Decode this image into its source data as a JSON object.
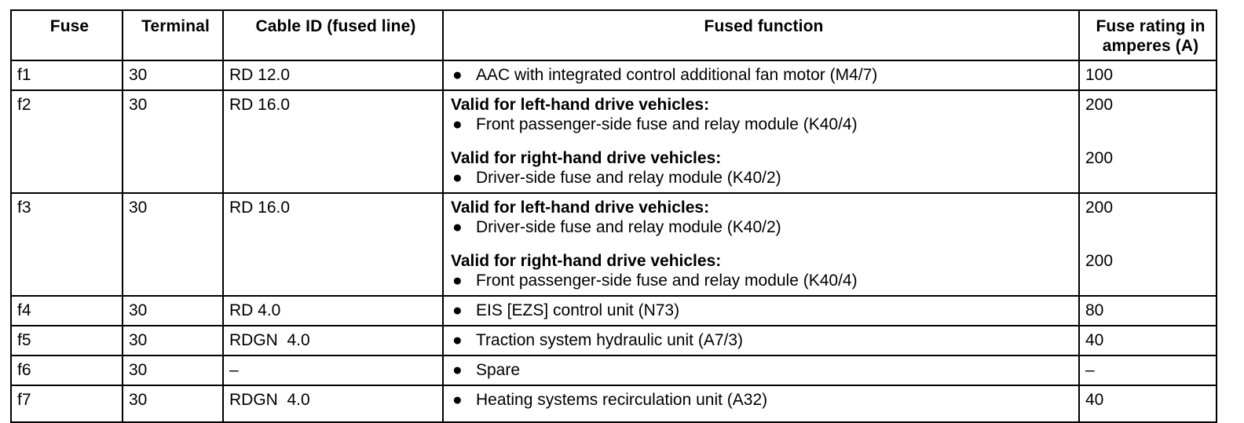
{
  "table": {
    "columns": [
      {
        "key": "fuse",
        "label": "Fuse"
      },
      {
        "key": "terminal",
        "label": "Terminal"
      },
      {
        "key": "cable",
        "label": "Cable ID (fused line)"
      },
      {
        "key": "function",
        "label": "Fused function"
      },
      {
        "key": "rating",
        "label": "Fuse rating in\namperes (A)"
      }
    ],
    "bullet_glyph": "●",
    "rows": [
      {
        "fuse": "f1",
        "terminal": "30",
        "cable": "RD 12.0",
        "groups": [
          {
            "heading": null,
            "items": [
              "AAC with integrated control additional fan motor (M4/7)"
            ],
            "rating": "100"
          }
        ]
      },
      {
        "fuse": "f2",
        "terminal": "30",
        "cable": "RD 16.0",
        "groups": [
          {
            "heading": "Valid for left-hand drive vehicles:",
            "items": [
              "Front passenger-side fuse and relay module (K40/4)"
            ],
            "rating": "200"
          },
          {
            "heading": "Valid for right-hand drive vehicles:",
            "items": [
              "Driver-side fuse and relay module (K40/2)"
            ],
            "rating": "200"
          }
        ]
      },
      {
        "fuse": "f3",
        "terminal": "30",
        "cable": "RD 16.0",
        "groups": [
          {
            "heading": "Valid for left-hand drive vehicles:",
            "items": [
              "Driver-side fuse and relay module (K40/2)"
            ],
            "rating": "200"
          },
          {
            "heading": "Valid for right-hand drive vehicles:",
            "items": [
              "Front passenger-side fuse and relay module (K40/4)"
            ],
            "rating": "200"
          }
        ]
      },
      {
        "fuse": "f4",
        "terminal": "30",
        "cable": "RD 4.0",
        "groups": [
          {
            "heading": null,
            "items": [
              "EIS [EZS] control unit (N73)"
            ],
            "rating": "80"
          }
        ]
      },
      {
        "fuse": "f5",
        "terminal": "30",
        "cable": "RDGN  4.0",
        "groups": [
          {
            "heading": null,
            "items": [
              "Traction system hydraulic unit (A7/3)"
            ],
            "rating": "40"
          }
        ]
      },
      {
        "fuse": "f6",
        "terminal": "30",
        "cable": "–",
        "groups": [
          {
            "heading": null,
            "items": [
              "Spare"
            ],
            "rating": "–"
          }
        ]
      },
      {
        "fuse": "f7",
        "terminal": "30",
        "cable": "RDGN  4.0",
        "groups": [
          {
            "heading": null,
            "items": [
              "Heating systems recirculation unit (A32)"
            ],
            "rating": "40"
          }
        ]
      }
    ]
  },
  "style": {
    "border_color": "#000000",
    "text_color": "#000000",
    "background": "#ffffff"
  }
}
